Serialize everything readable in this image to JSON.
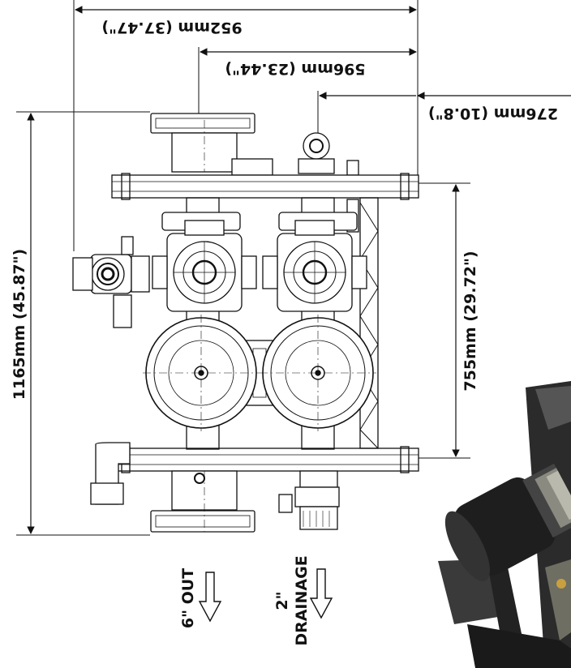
{
  "dimensions": {
    "width_overall": "952mm (37.47\")",
    "width_mid": "596mm (23.44\")",
    "width_small": "276mm (10.8\")",
    "height_overall": "1165mm (45.87\")",
    "height_frame": "755mm (29.72\")"
  },
  "labels": {
    "out_size": "6\" OUT",
    "drain_size": "2\"",
    "drain_word": "DRAINAGE"
  }
}
